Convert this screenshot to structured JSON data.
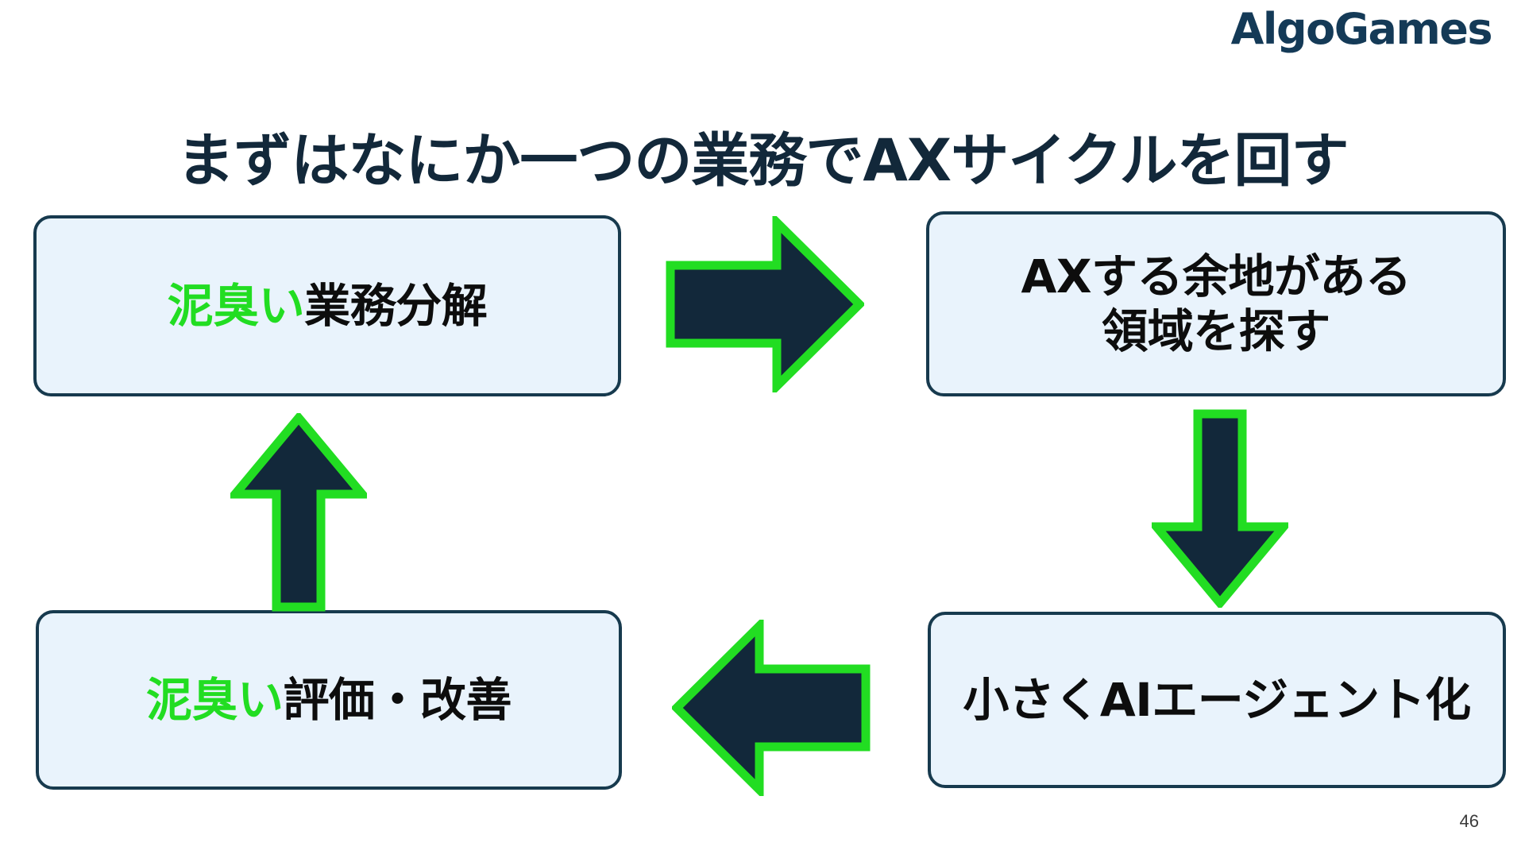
{
  "brand": {
    "logo_text": "AlgoGames",
    "logo_color": "#143a57"
  },
  "slide": {
    "title": "まずはなにか一つの業務でAXサイクルを回す",
    "page_number": "46",
    "background_color": "#ffffff"
  },
  "theme": {
    "box_fill": "#e9f3fc",
    "box_border": "#173a4e",
    "arrow_fill": "#12283a",
    "arrow_stroke": "#22dd22",
    "accent_text": "#22dd22",
    "body_text": "#0d0d0d",
    "title_text": "#12283a"
  },
  "cycle": {
    "boxes": [
      {
        "id": "decompose",
        "accent_text": "泥臭い",
        "rest_text": "業務分解",
        "full_text": "泥臭い業務分解"
      },
      {
        "id": "find-area",
        "line1": "AXする余地がある",
        "line2": "領域を探す",
        "full_text": "AXする余地がある領域を探す"
      },
      {
        "id": "agentize",
        "accent_text": "",
        "rest_text": "小さくAIエージェント化",
        "full_text": "小さくAIエージェント化"
      },
      {
        "id": "evaluate",
        "accent_text": "泥臭い",
        "rest_text": "評価・改善",
        "full_text": "泥臭い評価・改善"
      }
    ],
    "arrows": [
      {
        "id": "right",
        "direction": "right",
        "from": "decompose",
        "to": "find-area"
      },
      {
        "id": "down",
        "direction": "down",
        "from": "find-area",
        "to": "agentize"
      },
      {
        "id": "left",
        "direction": "left",
        "from": "agentize",
        "to": "evaluate"
      },
      {
        "id": "up",
        "direction": "up",
        "from": "evaluate",
        "to": "decompose"
      }
    ]
  }
}
